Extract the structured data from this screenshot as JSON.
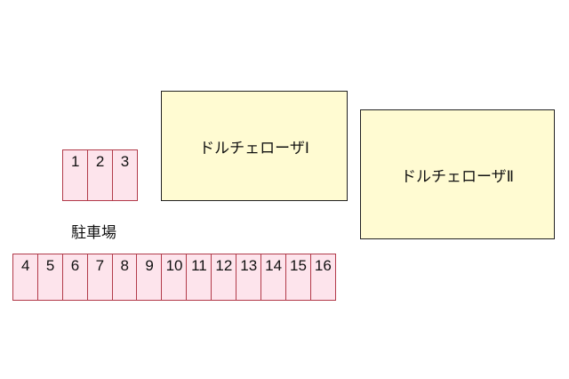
{
  "buildings": [
    {
      "name": "ドルチェローザⅠ"
    },
    {
      "name": "ドルチェローザⅡ"
    }
  ],
  "parking": {
    "label": "駐車場",
    "row_upper": [
      "1",
      "2",
      "3"
    ],
    "row_lower": [
      "4",
      "5",
      "6",
      "7",
      "8",
      "9",
      "10",
      "11",
      "12",
      "13",
      "14",
      "15",
      "16"
    ]
  },
  "colors": {
    "space_fill": "#fde4ec",
    "space_border": "#b23b4a",
    "building_fill": "#fffbd2"
  }
}
